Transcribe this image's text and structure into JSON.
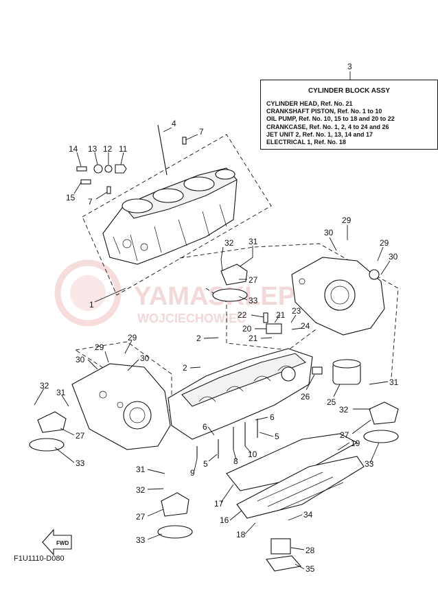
{
  "assembly_box": {
    "title": "CYLINDER BLOCK ASSY",
    "lines": [
      "CYLINDER HEAD,  Ref. No. 21",
      "CRANKSHAFT PISTON,  Ref. No. 1 to 10",
      "OIL PUMP,  Ref. No. 10, 15 to 18 and 20 to 22",
      "CRANKCASE,  Ref. No. 1, 2, 4 to 24 and 26",
      "JET UNIT 2,  Ref. No. 1, 13, 14 and 17",
      "ELECTRICAL 1,  Ref. No. 18"
    ]
  },
  "watermark": {
    "brand": "YAMASKLEP",
    "sub": "WOJCIECHOWIEC"
  },
  "fwd_label": "FWD",
  "diagram_code": "F1U1110-D080",
  "callouts": [
    {
      "id": "c3",
      "label": "3"
    },
    {
      "id": "c4",
      "label": "4"
    },
    {
      "id": "c7a",
      "label": "7"
    },
    {
      "id": "c14",
      "label": "14"
    },
    {
      "id": "c13",
      "label": "13"
    },
    {
      "id": "c12",
      "label": "12"
    },
    {
      "id": "c11",
      "label": "11"
    },
    {
      "id": "c15",
      "label": "15"
    },
    {
      "id": "c7b",
      "label": "7"
    },
    {
      "id": "c1",
      "label": "1"
    },
    {
      "id": "c32a",
      "label": "32"
    },
    {
      "id": "c31a",
      "label": "31"
    },
    {
      "id": "c27a",
      "label": "27"
    },
    {
      "id": "c33a",
      "label": "33"
    },
    {
      "id": "c30a",
      "label": "30"
    },
    {
      "id": "c29a",
      "label": "29"
    },
    {
      "id": "c29b",
      "label": "29"
    },
    {
      "id": "c30b",
      "label": "30"
    },
    {
      "id": "c22",
      "label": "22"
    },
    {
      "id": "c21a",
      "label": "21"
    },
    {
      "id": "c23",
      "label": "23"
    },
    {
      "id": "c20",
      "label": "20"
    },
    {
      "id": "c24",
      "label": "24"
    },
    {
      "id": "c21b",
      "label": "21"
    },
    {
      "id": "c2a",
      "label": "2"
    },
    {
      "id": "c29c",
      "label": "29"
    },
    {
      "id": "c30c",
      "label": "30"
    },
    {
      "id": "c29d",
      "label": "29"
    },
    {
      "id": "c30d",
      "label": "30"
    },
    {
      "id": "c2b",
      "label": "2"
    },
    {
      "id": "c32b",
      "label": "32"
    },
    {
      "id": "c31b",
      "label": "31"
    },
    {
      "id": "c27b",
      "label": "27"
    },
    {
      "id": "c33b",
      "label": "33"
    },
    {
      "id": "c26",
      "label": "26"
    },
    {
      "id": "c25",
      "label": "25"
    },
    {
      "id": "c31c",
      "label": "31"
    },
    {
      "id": "c32c",
      "label": "32"
    },
    {
      "id": "c6a",
      "label": "6"
    },
    {
      "id": "c6b",
      "label": "6"
    },
    {
      "id": "c5a",
      "label": "5"
    },
    {
      "id": "c5b",
      "label": "5"
    },
    {
      "id": "c9",
      "label": "9"
    },
    {
      "id": "c8",
      "label": "8"
    },
    {
      "id": "c10",
      "label": "10"
    },
    {
      "id": "c27c",
      "label": "27"
    },
    {
      "id": "c19",
      "label": "19"
    },
    {
      "id": "c33c",
      "label": "33"
    },
    {
      "id": "c17",
      "label": "17"
    },
    {
      "id": "c31d",
      "label": "31"
    },
    {
      "id": "c32d",
      "label": "32"
    },
    {
      "id": "c27d",
      "label": "27"
    },
    {
      "id": "c16",
      "label": "16"
    },
    {
      "id": "c18",
      "label": "18"
    },
    {
      "id": "c34",
      "label": "34"
    },
    {
      "id": "c33d",
      "label": "33"
    },
    {
      "id": "c28",
      "label": "28"
    },
    {
      "id": "c35",
      "label": "35"
    }
  ]
}
